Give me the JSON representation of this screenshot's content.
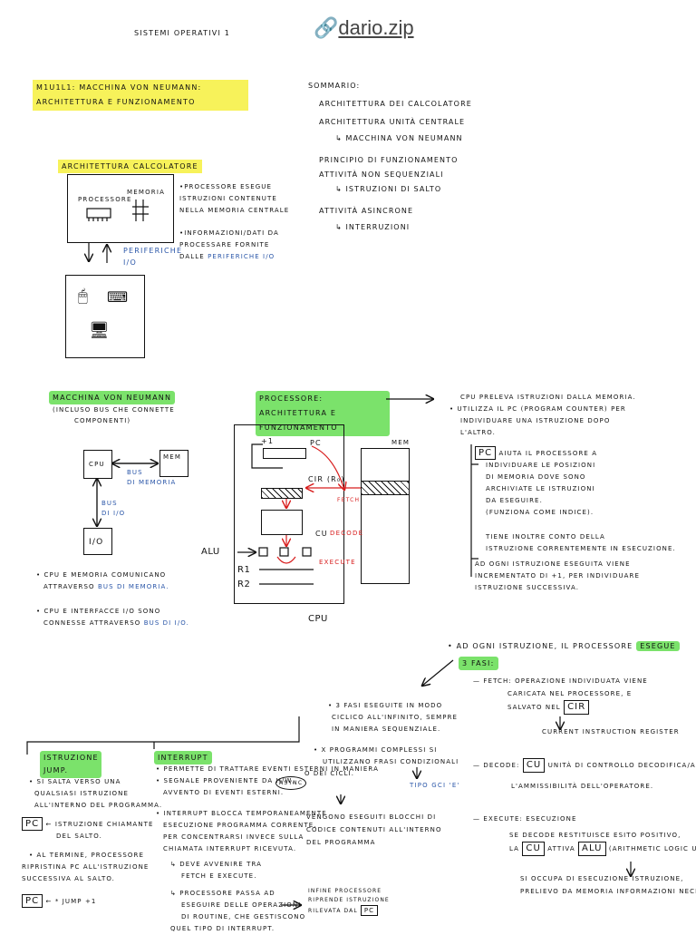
{
  "header": {
    "title": "Sistemi Operativi 1",
    "brand": "dario.zip"
  },
  "section_title": "M1U1L1: Macchina Von Neumann: Architettura e Funzionamento",
  "summary": {
    "title": "Sommario:",
    "items": [
      "Architettura dei calcolatore",
      "Architettura unità centrale",
      "↳ Macchina von Neumann",
      "Principio di funzionamento",
      "Attività non sequenziali",
      "↳ Istruzioni di salto",
      "Attività asincrone",
      "↳ Interruzioni"
    ]
  },
  "arch_calc": {
    "title": "Architettura calcolatore",
    "processore": "Processore",
    "memoria": "Memoria",
    "periferiche": "Periferiche I/O",
    "notes": [
      "•Processore esegue",
      "istruzioni contenute",
      "nella memoria centrale",
      "•Informazioni/dati da",
      "processare fornite",
      "dalle",
      "periferiche I/O"
    ]
  },
  "von_neumann": {
    "title": "Macchina von Neumann",
    "subtitle": [
      "(Incluso bus che connette",
      "componenti)"
    ],
    "cpu": "CPU",
    "mem": "Mem",
    "io": "I/O",
    "bus_mem": [
      "Bus",
      "di memoria"
    ],
    "bus_io": [
      "Bus",
      "di I/O"
    ],
    "notes": [
      "• CPU e memoria comunicano",
      "attraverso",
      "bus di memoria.",
      "• CPU e interfacce I/O sono",
      "connesse attraverso",
      "bus di I/O."
    ]
  },
  "processore": {
    "title": "Processore: Architettura e Funzionamento",
    "plus1": "+1",
    "pc": "PC",
    "cir": "CIR (R₀)",
    "fetch": "Fetch",
    "cu": "CU",
    "decode": "Decode",
    "alu": "ALU",
    "execute": "Execute",
    "r1": "R1",
    "r2": "R2",
    "cpu": "CPU",
    "mem": "Mem"
  },
  "cpu_notes": [
    "CPU preleva istruzioni dalla memoria.",
    "• Utilizza il PC (Program Counter) per",
    "individuare una istruzione dopo",
    "l'altro.",
    "PC",
    "aiuta il processore a",
    "individuare le posizioni",
    "di memoria dove sono",
    "archiviate le istruzioni",
    "da eseguire.",
    "(Funziona come indice).",
    "Tiene inoltre conto della",
    "istruzione correntemente in esecuzione.",
    "Ad ogni istruzione eseguita viene",
    "incrementato di +1, per individuare",
    "istruzione successiva."
  ],
  "fasi": {
    "intro": "• Ad ogni istruzione, il processore",
    "esegue": "esegue",
    "tre_fasi": "3 fasi:",
    "fetch": [
      "— Fetch: operazione individuata viene",
      "caricata nel processore, e",
      "salvato nel",
      "CIR",
      "Current Instruction Register"
    ],
    "decode": [
      "— Decode:",
      "CU",
      "unità di controllo",
      "decodifica/analizza",
      "l'ammissibilità dell'operatore."
    ],
    "execute": [
      "— Execute: esecuzione",
      "se decode restituisce esito positivo,",
      "la",
      "CU",
      "attiva",
      "ALU",
      "(Arithmetic Logic Unit)",
      "si occupa di esecuzione istruzione,",
      "prelievo da memoria informazioni necessarie"
    ]
  },
  "ciclo": {
    "lines": [
      "• 3 fasi eseguite in modo",
      "ciclico all'infinito, sempre",
      "in maniera sequenziale.",
      "• x programmi complessi si",
      "utilizzano frasi condizionali",
      "o dei cicli."
    ],
    "tipo": "Tipo GCI 'e'",
    "blocchi": [
      "Vengono eseguiti blocchi di",
      "codice contenuti all'interno",
      "del programma"
    ]
  },
  "jump": {
    "title": "Istruzione Jump.",
    "lines": [
      "• Si salta verso una",
      "qualsiasi istruzione",
      "all'interno del programma.",
      "istruzione chiamante",
      "del salto.",
      "• Al termine, processore",
      "ripristina PC all'istruzione",
      "successiva al salto."
    ],
    "pc": "PC",
    "formula": "* Jump +1"
  },
  "interrupt": {
    "title": "Interrupt",
    "lines": [
      "• Permette di trattare eventi esterni in maniera",
      "• Segnale proveniente da H/W,",
      "avvento di eventi esterni.",
      "• Interrupt blocca temporaneamente",
      "esecuzione programma corrente,",
      "per concentrarsi invece sulla",
      "chiamata interrupt ricevuta.",
      "↳ Deve avvenire tra",
      "fetch e execute.",
      "↳ Processore passa ad",
      "eseguire delle operazioni",
      "di routine, che gestiscono",
      "quel tipo di interrupt."
    ],
    "async": "Async",
    "note": [
      "Infine processore",
      "riprende istruzione",
      "rilevata dal",
      "PC"
    ]
  },
  "colors": {
    "highlight_yellow": "#f7f25a",
    "highlight_green": "#7be26b",
    "blue": "#2a56a8",
    "red": "#d81e1e"
  }
}
